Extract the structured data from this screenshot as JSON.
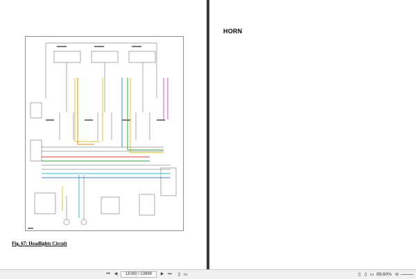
{
  "document": {
    "left_page": {
      "figure_caption": "Fig. 67: Headlights Circuit"
    },
    "right_page": {
      "heading": "HORN"
    }
  },
  "toolbar": {
    "first_page_icon": "first-page-icon",
    "prev_page_icon": "prev-page-icon",
    "next_page_icon": "next-page-icon",
    "last_page_icon": "last-page-icon",
    "page_indicator": "11083 / 13896",
    "zoom_value": "89,60%",
    "zoom_out_icon": "minus-icon"
  },
  "colors": {
    "background": "#3a3a3a",
    "page": "#ffffff",
    "toolbar": "#f1f1f1",
    "wire_yellow": "#d8c52a",
    "wire_green": "#2faa3c",
    "wire_pink": "#e04fd3",
    "wire_blue": "#3f7bd6",
    "wire_cyan": "#34b8c9",
    "wire_orange": "#e08a2a",
    "wire_red": "#d8372f"
  }
}
